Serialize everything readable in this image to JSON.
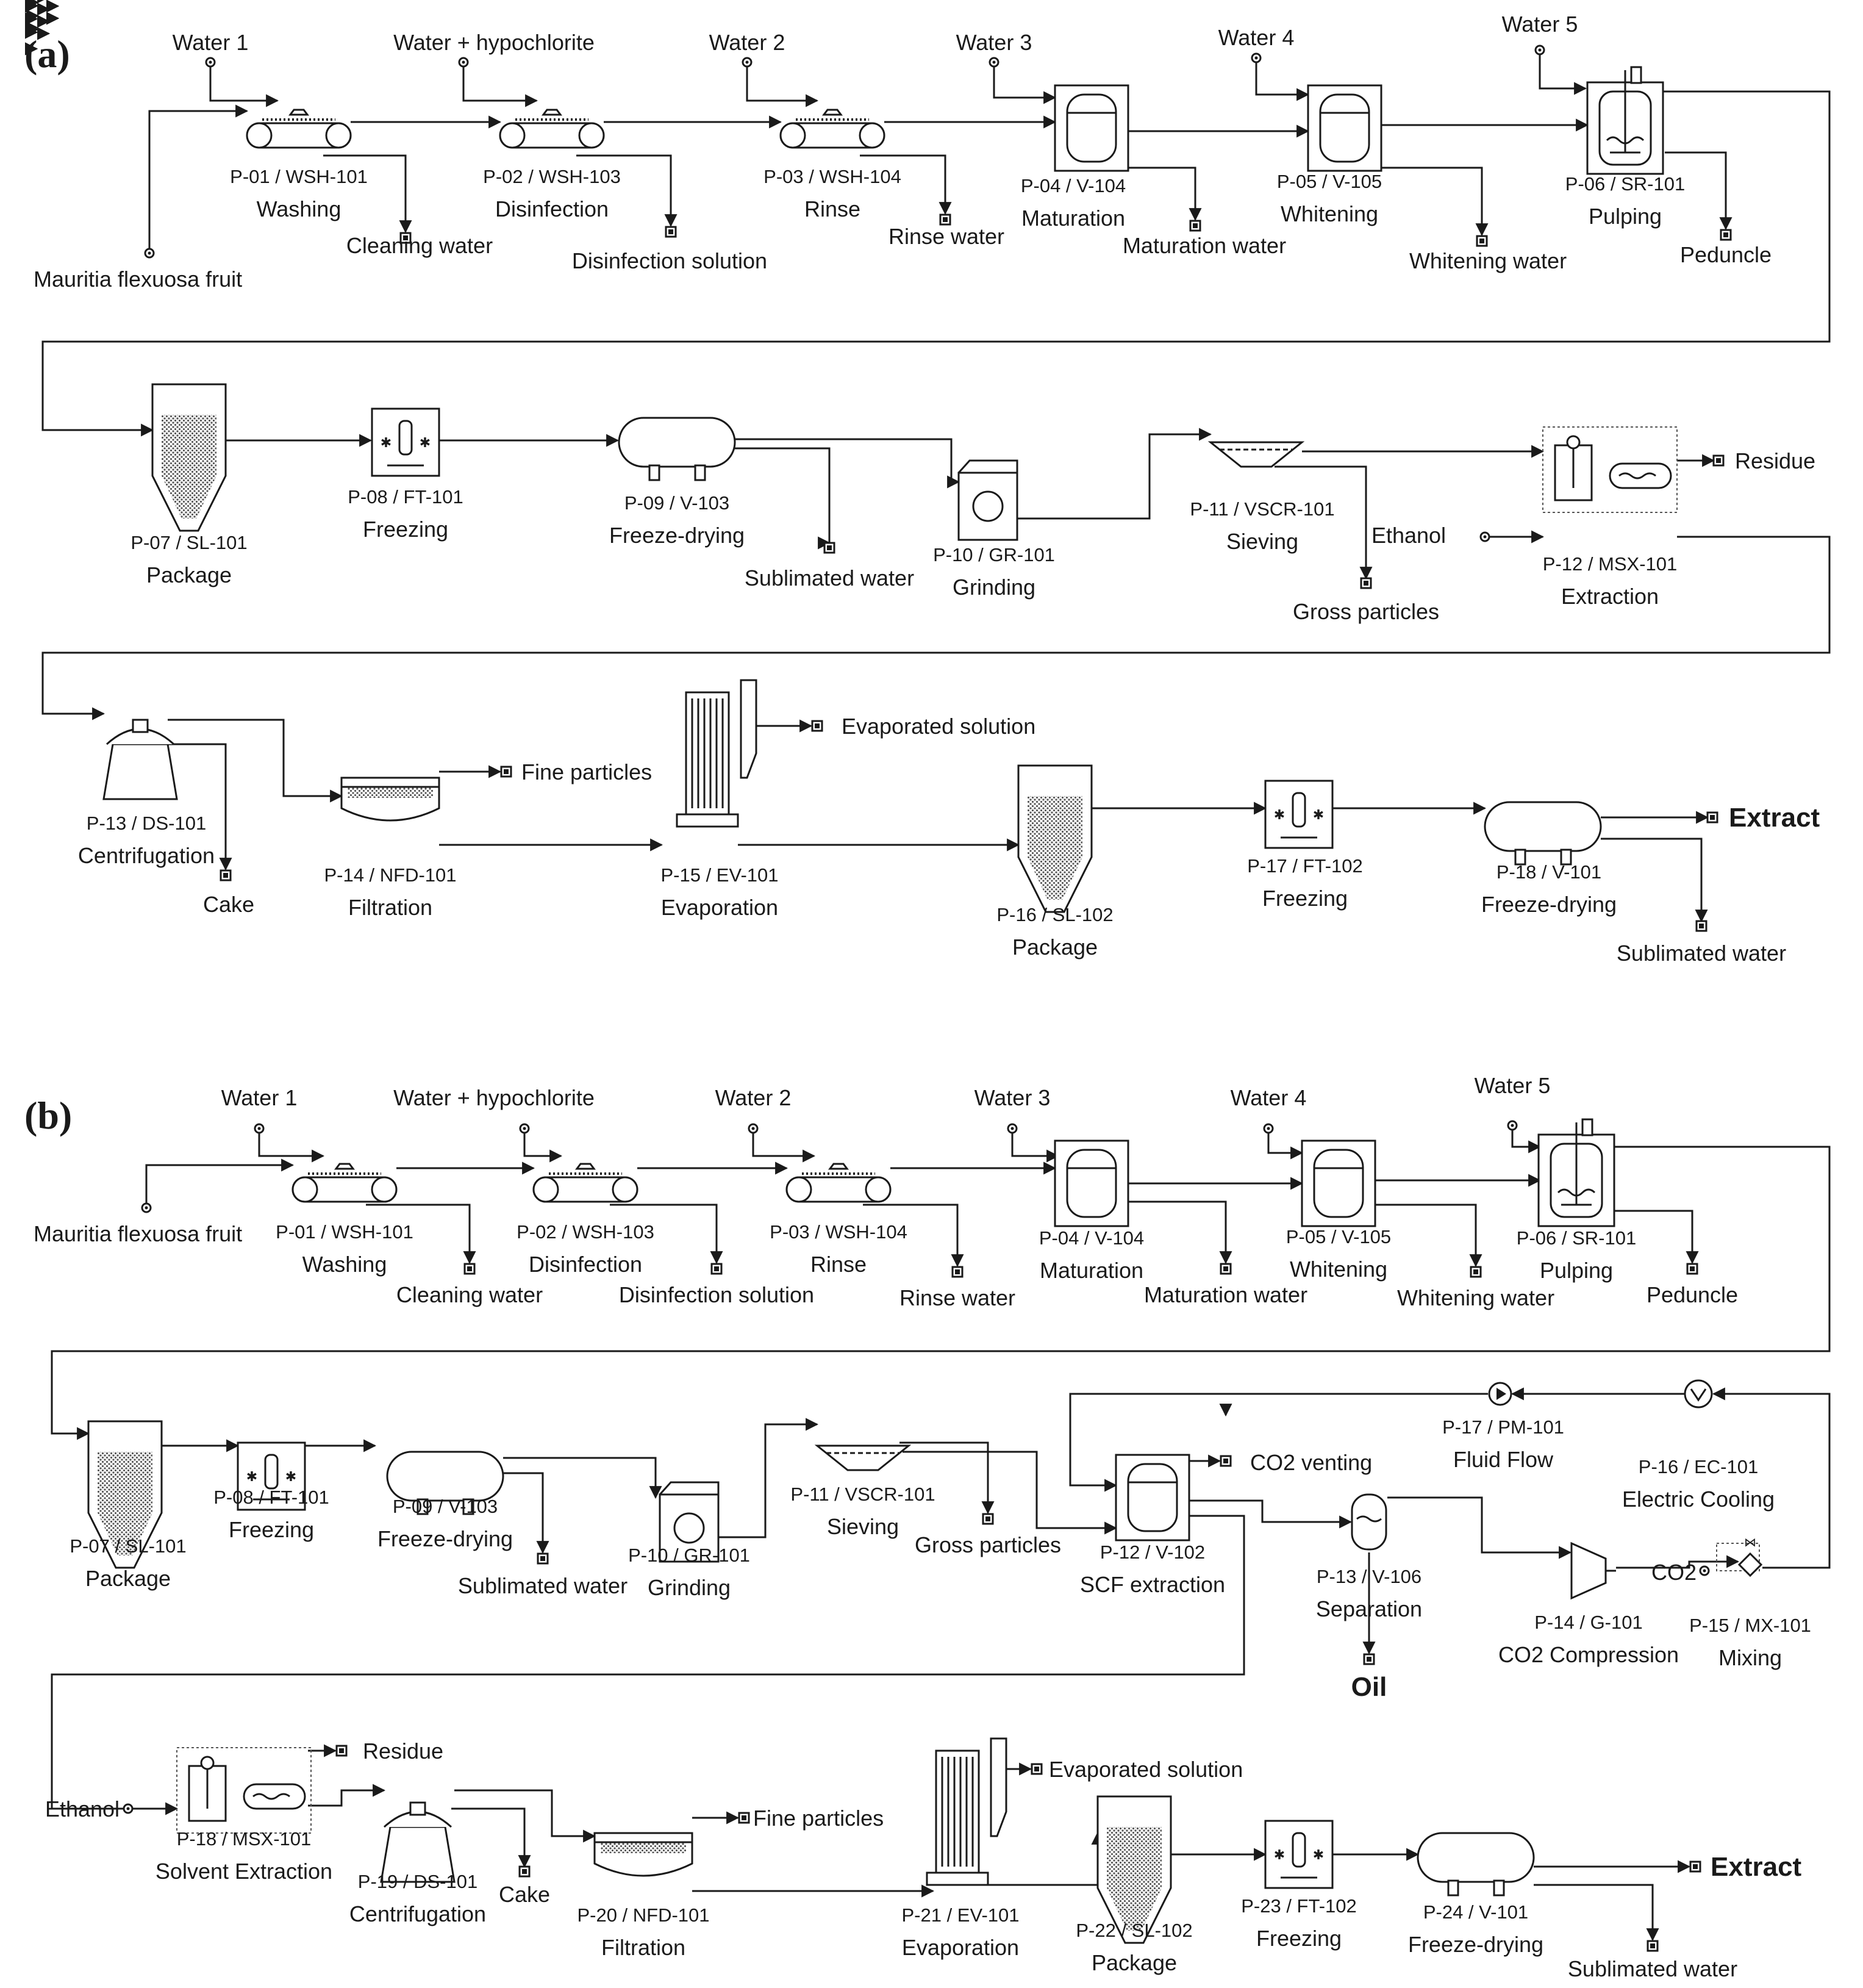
{
  "panels": [
    {
      "id": "a",
      "label": "(a)",
      "feed": "Mauritia flexuosa fruit",
      "inputs": [
        "Water 1",
        "Water + hypochlorite",
        "Water 2",
        "Water 3",
        "Water 4",
        "Water 5",
        "Ethanol"
      ],
      "units": [
        {
          "tag": "P-01 / WSH-101",
          "name": "Washing",
          "type": "washer"
        },
        {
          "tag": "P-02 / WSH-103",
          "name": "Disinfection",
          "type": "washer"
        },
        {
          "tag": "P-03 / WSH-104",
          "name": "Rinse",
          "type": "washer"
        },
        {
          "tag": "P-04 / V-104",
          "name": "Maturation",
          "type": "vessel"
        },
        {
          "tag": "P-05 / V-105",
          "name": "Whitening",
          "type": "vessel"
        },
        {
          "tag": "P-06 / SR-101",
          "name": "Pulping",
          "type": "reactor"
        },
        {
          "tag": "P-07 / SL-101",
          "name": "Package",
          "type": "silo"
        },
        {
          "tag": "P-08 / FT-101",
          "name": "Freezing",
          "type": "freezer"
        },
        {
          "tag": "P-09 / V-103",
          "name": "Freeze-drying",
          "type": "dryer"
        },
        {
          "tag": "P-10 / GR-101",
          "name": "Grinding",
          "type": "grinder"
        },
        {
          "tag": "P-11 / VSCR-101",
          "name": "Sieving",
          "type": "screen"
        },
        {
          "tag": "P-12 / MSX-101",
          "name": "Extraction",
          "type": "extractor"
        },
        {
          "tag": "P-13 / DS-101",
          "name": "Centrifugation",
          "type": "centrifuge"
        },
        {
          "tag": "P-14 / NFD-101",
          "name": "Filtration",
          "type": "filter"
        },
        {
          "tag": "P-15 / EV-101",
          "name": "Evaporation",
          "type": "evaporator"
        },
        {
          "tag": "P-16 / SL-102",
          "name": "Package",
          "type": "silo"
        },
        {
          "tag": "P-17 / FT-102",
          "name": "Freezing",
          "type": "freezer"
        },
        {
          "tag": "P-18 / V-101",
          "name": "Freeze-drying",
          "type": "dryer"
        }
      ],
      "outputs": [
        "Cleaning water",
        "Disinfection solution",
        "Rinse water",
        "Maturation  water",
        "Whitening water",
        "Peduncle",
        "Sublimated water",
        "Gross particles",
        "Residue",
        "Cake",
        "Fine particles",
        "Evaporated solution",
        "Sublimated  water",
        "Extract"
      ]
    },
    {
      "id": "b",
      "label": "(b)",
      "feed": "Mauritia flexuosa fruit",
      "inputs": [
        "Water 1",
        "Water + hypochlorite",
        "Water 2",
        "Water 3",
        "Water 4",
        "Water 5",
        "CO2",
        "Ethanol"
      ],
      "units": [
        {
          "tag": "P-01 / WSH-101",
          "name": "Washing",
          "type": "washer"
        },
        {
          "tag": "P-02 / WSH-103",
          "name": "Disinfection",
          "type": "washer"
        },
        {
          "tag": "P-03 / WSH-104",
          "name": "Rinse",
          "type": "washer"
        },
        {
          "tag": "P-04 / V-104",
          "name": "Maturation",
          "type": "vessel"
        },
        {
          "tag": "P-05 / V-105",
          "name": "Whitening",
          "type": "vessel"
        },
        {
          "tag": "P-06 / SR-101",
          "name": "Pulping",
          "type": "reactor"
        },
        {
          "tag": "P-07 / SL-101",
          "name": "Package",
          "type": "silo"
        },
        {
          "tag": "P-08 / FT-101",
          "name": "Freezing",
          "type": "freezer"
        },
        {
          "tag": "P-09 / V-103",
          "name": "Freeze-drying",
          "type": "dryer"
        },
        {
          "tag": "P-10 / GR-101",
          "name": "Grinding",
          "type": "grinder"
        },
        {
          "tag": "P-11 / VSCR-101",
          "name": "Sieving",
          "type": "screen"
        },
        {
          "tag": "P-12 / V-102",
          "name": "SCF extraction",
          "type": "vessel"
        },
        {
          "tag": "P-13 / V-106",
          "name": "Separation",
          "type": "separator"
        },
        {
          "tag": "P-14 / G-101",
          "name": "CO2 Compression",
          "type": "compressor"
        },
        {
          "tag": "P-15 / MX-101",
          "name": "Mixing",
          "type": "mixer"
        },
        {
          "tag": "P-16 / EC-101",
          "name": "Electric Cooling",
          "type": "cooler"
        },
        {
          "tag": "P-17 / PM-101",
          "name": "Fluid Flow",
          "type": "pump"
        },
        {
          "tag": "P-18 / MSX-101",
          "name": "Solvent Extraction",
          "type": "extractor"
        },
        {
          "tag": "P-19 / DS-101",
          "name": "Centrifugation",
          "type": "centrifuge"
        },
        {
          "tag": "P-20 / NFD-101",
          "name": "Filtration",
          "type": "filter"
        },
        {
          "tag": "P-21 / EV-101",
          "name": "Evaporation",
          "type": "evaporator"
        },
        {
          "tag": "P-22 / SL-102",
          "name": "Package",
          "type": "silo"
        },
        {
          "tag": "P-23 / FT-102",
          "name": "Freezing",
          "type": "freezer"
        },
        {
          "tag": "P-24 / V-101",
          "name": "Freeze-drying",
          "type": "dryer"
        }
      ],
      "outputs": [
        "Cleaning water",
        "Disinfection solution",
        "Rinse water",
        "Maturation  water",
        "Whitening water",
        "Peduncle",
        "Sublimated water",
        "Gross particles",
        "CO2 venting",
        "Oil",
        "Residue",
        "Cake",
        "Fine particles",
        "Evaporated solution",
        "Sublimated  water",
        "Extract"
      ]
    }
  ]
}
